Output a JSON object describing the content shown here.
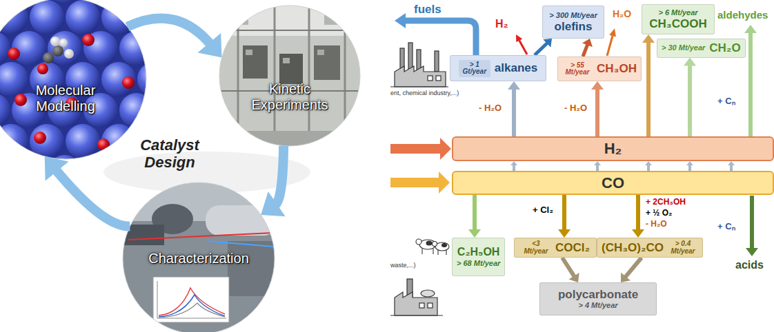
{
  "diagram": {
    "nodes": [
      {
        "text": [
          "Molecular Modelling"
        ]
      },
      {
        "text": [
          "Kinetic Experiments"
        ]
      },
      {
        "text": [
          "Characterization"
        ]
      },
      {
        "text": [
          "> 300 Mt/year",
          "olefins"
        ]
      },
      {
        "text": [
          "> 6 Mt/year",
          "CH₃COOH"
        ]
      },
      {
        "text": [
          "> 1 Gt/year",
          "alkanes"
        ]
      },
      {
        "text": [
          "> 55 Mt/year",
          "CH₃OH"
        ]
      },
      {
        "text": [
          "> 30 Mt/year",
          "CH₂O"
        ]
      },
      {
        "text": [
          "H₂"
        ]
      },
      {
        "text": [
          "CO"
        ]
      },
      {
        "text": [
          "C₂H₅OH",
          "> 68 Mt/year"
        ]
      },
      {
        "text": [
          "<3 Mt/year",
          "COCl₂"
        ]
      },
      {
        "text": [
          "(CH₃O)₂CO",
          "> 0.4 Mt/year"
        ]
      },
      {
        "text": [
          "polycarbonate",
          "> 4 Mt/year"
        ]
      }
    ],
    "edges": [
      {
        "from": 0,
        "to": 1,
        "arrow": "to"
      },
      {
        "from": 1,
        "to": 2,
        "arrow": "to"
      },
      {
        "from": 2,
        "to": 0,
        "arrow": "to"
      },
      {
        "from": 8,
        "to": 5,
        "arrow": "to",
        "label": "- H₂O"
      },
      {
        "from": 8,
        "to": 6,
        "arrow": "to",
        "label": "- H₂O"
      },
      {
        "from": 8,
        "to": 4,
        "arrow": "to"
      },
      {
        "from": 8,
        "to": 7,
        "arrow": "to"
      },
      {
        "from": 5,
        "to": 3,
        "arrow": "to"
      },
      {
        "from": 6,
        "to": 3,
        "arrow": "to"
      },
      {
        "from": 9,
        "to": 10,
        "arrow": "to"
      },
      {
        "from": 9,
        "to": 11,
        "arrow": "to",
        "label": "+ Cl₂"
      },
      {
        "from": 9,
        "to": 12,
        "arrow": "to"
      },
      {
        "from": 11,
        "to": 13,
        "arrow": "to"
      },
      {
        "from": 12,
        "to": 13,
        "arrow": "to"
      },
      {
        "from": 9,
        "to": 8,
        "arrow": "to"
      },
      {
        "from": 9,
        "to": 8,
        "arrow": "to"
      },
      {
        "from": 9,
        "to": 8,
        "arrow": "to"
      },
      {
        "from": 9,
        "to": 8,
        "arrow": "to"
      },
      {
        "from": 9,
        "to": 8,
        "arrow": "to"
      }
    ],
    "labels": [
      "Catalyst Design",
      "fuels",
      "H₂",
      "H₂O",
      "aldehydes",
      "+ Cₙ",
      "ent, chemical industry,...)",
      "+ 2CH₃OH",
      "+ ½ O₂",
      "- H₂O",
      "+ Cₙ",
      "acids",
      "waste,...)"
    ]
  }
}
